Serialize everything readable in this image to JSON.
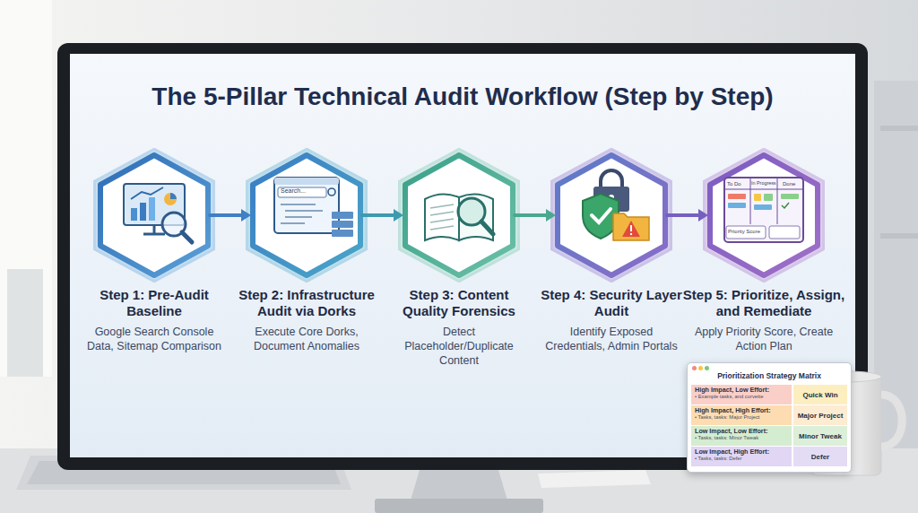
{
  "diagram": {
    "title": "The 5-Pillar Technical Audit Workflow (Step by Step)",
    "nodes": [
      {
        "text": [
          "Step 1: Pre-Audit Baseline",
          "Google Search Console Data, Sitemap Comparison"
        ]
      },
      {
        "text": [
          "Step 2: Infrastructure Audit via Dorks",
          "Execute Core Dorks, Document Anomalies"
        ]
      },
      {
        "text": [
          "Step 3: Content Quality Forensics",
          "Detect Placeholder/Duplicate Content"
        ]
      },
      {
        "text": [
          "Step 4: Security Layer Audit",
          "Identify Exposed Credentials, Admin Portals"
        ]
      },
      {
        "text": [
          "Step 5: Prioritize, Assign, and Remediate",
          "Apply Priority Score, Create Action Plan"
        ]
      },
      {
        "text": [
          "Prioritization Strategy Matrix"
        ]
      },
      {
        "text": [
          "High Impact, Low Effort:",
          "• Example tasks, and corvette"
        ],
        "in": 5
      },
      {
        "text": [
          "Quick Win"
        ],
        "in": 5
      },
      {
        "text": [
          "High Impact, High Effort:",
          "• Tasks, tasks: Major Project"
        ],
        "in": 5
      },
      {
        "text": [
          "Major Project"
        ],
        "in": 5
      },
      {
        "text": [
          "Low Impact, Low Effort:",
          "• Tasks, tasks: Minor Tweak"
        ],
        "in": 5
      },
      {
        "text": [
          "Minor Tweak"
        ],
        "in": 5
      },
      {
        "text": [
          "Low Impact, High Effort:",
          "• Tasks, tasks: Defer"
        ],
        "in": 5
      },
      {
        "text": [
          "Defer"
        ],
        "in": 5
      }
    ],
    "edges": [
      {
        "from": 0,
        "to": 1,
        "arrow": "to"
      },
      {
        "from": 1,
        "to": 2,
        "arrow": "to"
      },
      {
        "from": 2,
        "to": 3,
        "arrow": "to"
      },
      {
        "from": 3,
        "to": 4,
        "arrow": "to"
      }
    ],
    "labels": [
      "Search...",
      "To Do",
      "In Progress",
      "Done",
      "Priority Score"
    ]
  }
}
